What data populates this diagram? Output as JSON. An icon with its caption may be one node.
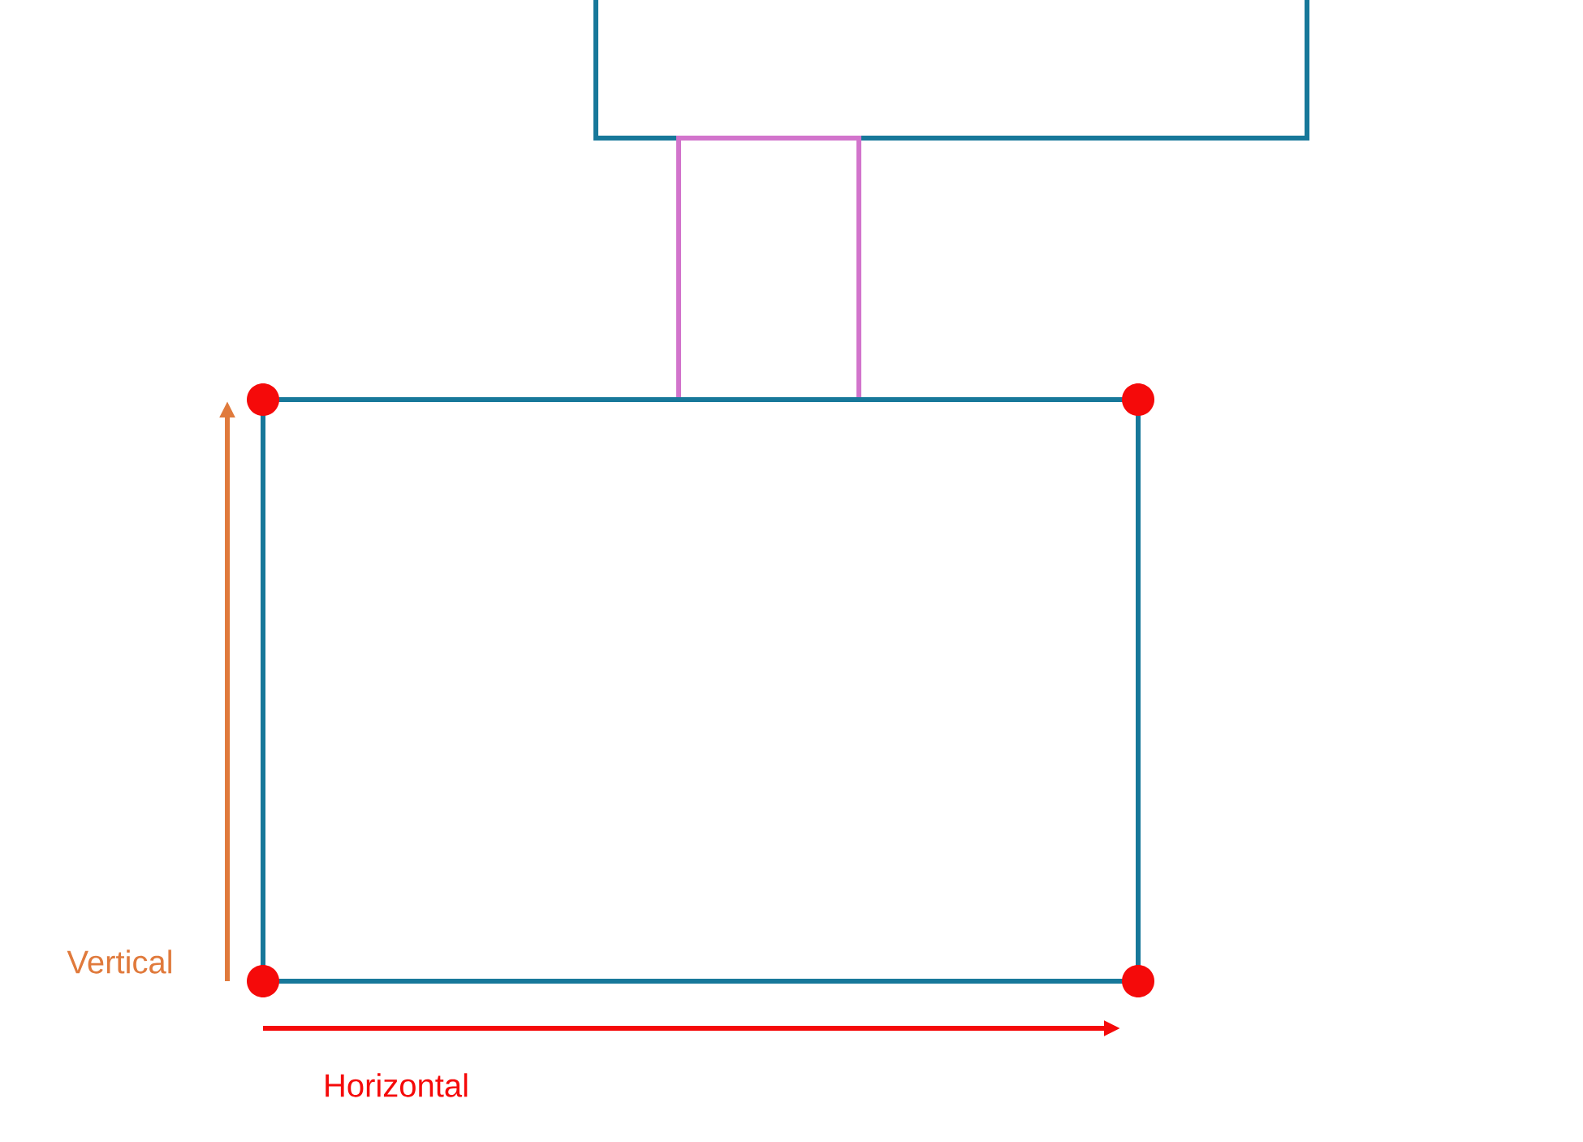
{
  "diagram": {
    "nodes": [
      {
        "text": [],
        "shape": "box"
      },
      {
        "text": [],
        "shape": "box"
      },
      {
        "text": [],
        "shape": "box"
      }
    ],
    "labels": [
      "Vertical",
      "Horizontal"
    ]
  }
}
